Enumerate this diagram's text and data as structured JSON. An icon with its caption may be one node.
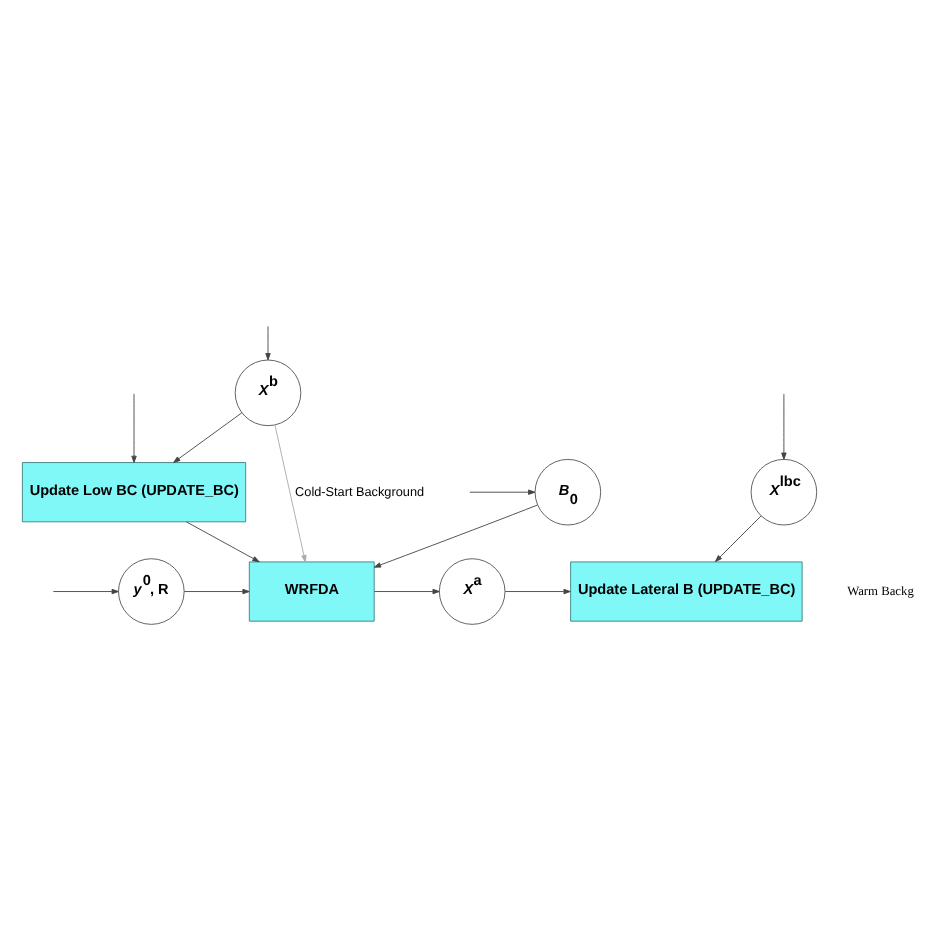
{
  "diagram": {
    "nodes": [
      {
        "text": [
          "*X*$^{lbc}$"
        ]
      },
      {
        "text": [
          "*X*$^{b}$"
        ]
      },
      {
        "text": [
          "Update Low BC (UPDATE_BC)"
        ]
      },
      {
        "text": [
          "*y*$^{0}$, R"
        ]
      },
      {
        "text": [
          "WRFDA"
        ]
      },
      {
        "text": [
          "*X*$^{a}$"
        ]
      },
      {
        "text": [
          "Update Lateral B (UPDATE_BC)"
        ]
      },
      {
        "text": [
          "*B*$_{0}$"
        ]
      }
    ],
    "edges": [
      {
        "from": null,
        "to": 0,
        "arrow": "to"
      },
      {
        "from": null,
        "to": 1,
        "arrow": "to"
      },
      {
        "from": 1,
        "to": 2,
        "arrow": "to"
      },
      {
        "from": 1,
        "to": 4,
        "arrow": "to",
        "label": "Cold-Start Background",
        "color": "#aaaaaa"
      },
      {
        "from": 0,
        "to": 6,
        "arrow": "to"
      },
      {
        "from": null,
        "to": 2,
        "arrow": "to"
      },
      {
        "from": 2,
        "to": 4,
        "arrow": "to"
      },
      {
        "from": null,
        "to": 3,
        "arrow": "to"
      },
      {
        "from": 3,
        "to": 4,
        "arrow": "to"
      },
      {
        "from": 4,
        "to": 5,
        "arrow": "to"
      },
      {
        "from": 5,
        "to": 6,
        "arrow": "to"
      },
      {
        "from": 7,
        "to": 4,
        "arrow": "to"
      },
      {
        "from": null,
        "to": 7,
        "arrow": "to"
      }
    ],
    "labels": [
      "Warm Backg"
    ]
  }
}
